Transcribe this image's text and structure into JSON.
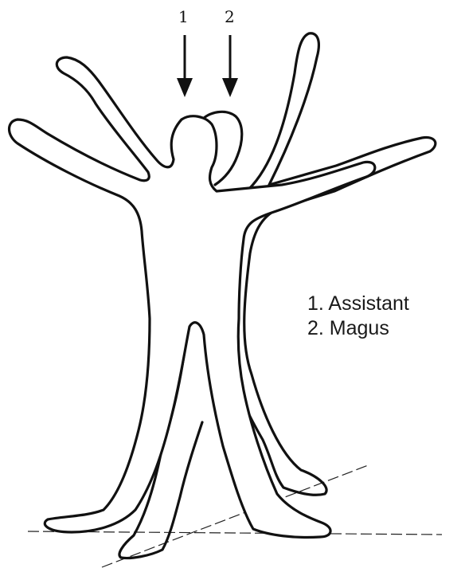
{
  "markers": [
    {
      "id": "1"
    },
    {
      "id": "2"
    }
  ],
  "legend": {
    "items": [
      "1. Assistant",
      "2. Magus"
    ]
  },
  "colors": {
    "outline": "#111111",
    "background": "#ffffff"
  }
}
